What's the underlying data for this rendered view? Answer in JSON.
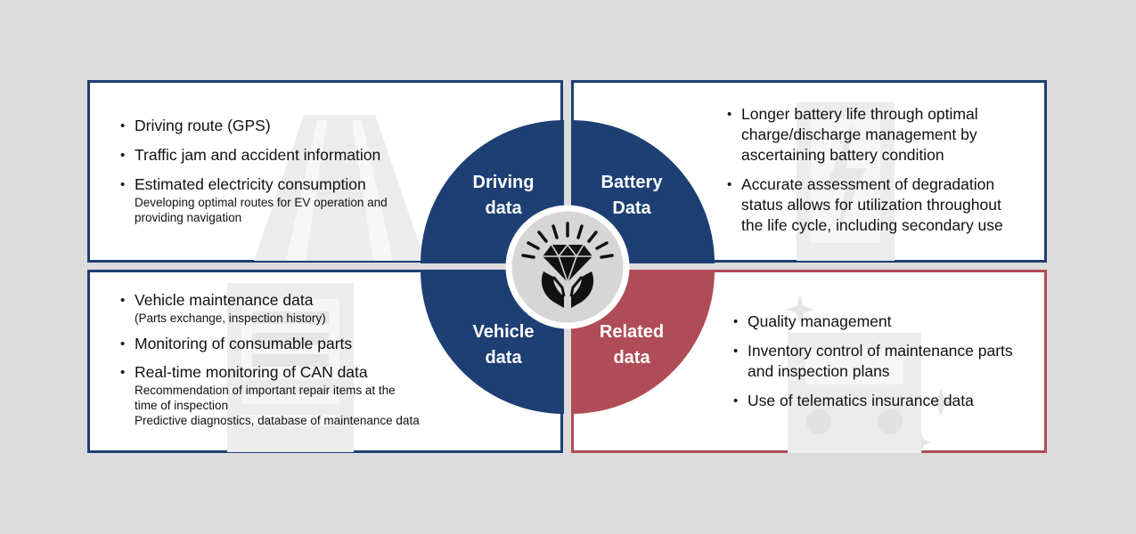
{
  "quadrants": {
    "driving": {
      "label_line1": "Driving",
      "label_line2": "data",
      "items": [
        {
          "title": "Driving route (GPS)"
        },
        {
          "title": "Traffic jam and accident information"
        },
        {
          "title": "Estimated electricity consumption",
          "sub_line1": "Developing optimal routes for EV operation and",
          "sub_line2": "providing navigation"
        }
      ]
    },
    "battery": {
      "label_line1": "Battery",
      "label_line2": "Data",
      "items": [
        {
          "line1": "Longer battery life through optimal",
          "line2": "charge/discharge management by",
          "line3": "ascertaining battery condition"
        },
        {
          "line1": "Accurate assessment of degradation",
          "line2": "status allows for utilization throughout",
          "line3": "the life cycle, including secondary use"
        }
      ]
    },
    "vehicle": {
      "label_line1": "Vehicle",
      "label_line2": "data",
      "items": [
        {
          "title": "Vehicle maintenance data",
          "sub_line1": "(Parts exchange, inspection history)"
        },
        {
          "title": "Monitoring of consumable parts"
        },
        {
          "title": "Real-time monitoring of CAN data",
          "sub_line1": "Recommendation of important repair items at the",
          "sub_line2": "time of inspection",
          "sub_line3": "Predictive diagnostics, database of maintenance data"
        }
      ]
    },
    "related": {
      "label_line1": "Related",
      "label_line2": "data",
      "items": [
        {
          "line1": "Quality management"
        },
        {
          "line1": "Inventory control of maintenance parts",
          "line2": "and inspection plans"
        },
        {
          "line1": "Use of telematics insurance data"
        }
      ]
    }
  },
  "colors": {
    "navy": "#1d3f73",
    "red": "#b04c57",
    "hub": "#d6d6d6",
    "background": "#dcdcdc"
  },
  "icons": {
    "hub": "diamond-in-hands-icon",
    "driving_bg": "road-icon",
    "battery_bg": "battery-icon",
    "vehicle_bg": "document-icon",
    "related_bg": "car-sparkle-icon"
  }
}
